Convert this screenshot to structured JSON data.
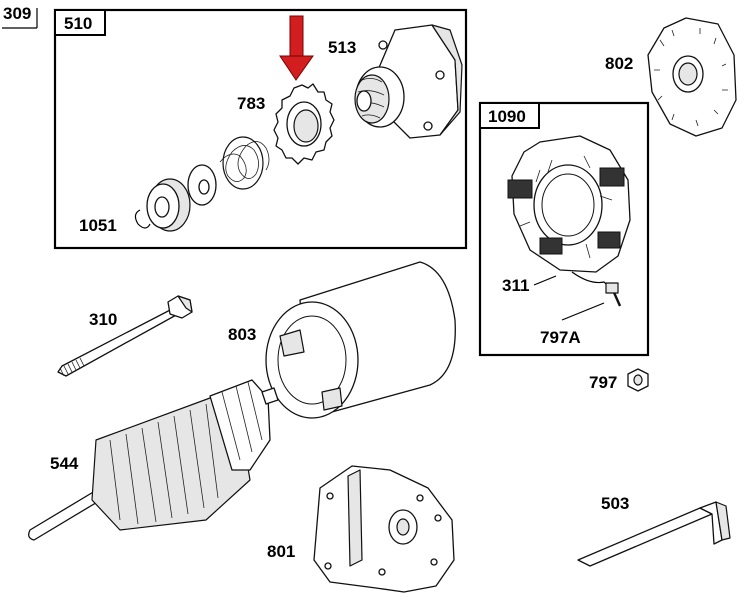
{
  "parts": {
    "p309": "309",
    "p510": "510",
    "p513": "513",
    "p783": "783",
    "p1051": "1051",
    "p802": "802",
    "p1090": "1090",
    "p311": "311",
    "p797a": "797A",
    "p797": "797",
    "p310": "310",
    "p803": "803",
    "p544": "544",
    "p503": "503",
    "p801": "801"
  },
  "colors": {
    "arrow": "#d21e1e",
    "line": "#000000"
  }
}
